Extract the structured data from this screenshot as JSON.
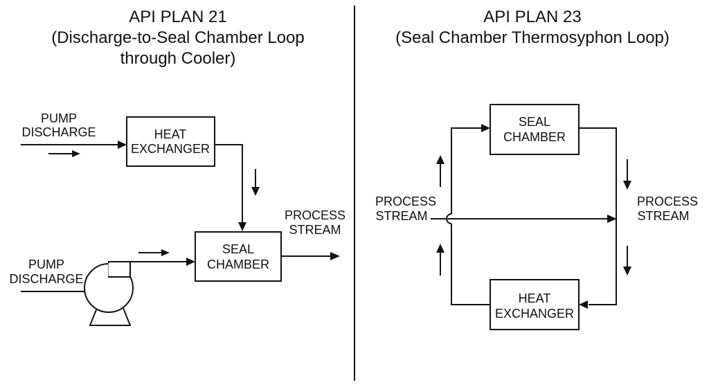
{
  "left": {
    "title": "API PLAN 21",
    "subtitle_line1": "(Discharge-to-Seal Chamber Loop",
    "subtitle_line2": "through Cooler)",
    "pump_discharge_top": [
      "PUMP",
      "DISCHARGE"
    ],
    "heat_exchanger": [
      "HEAT",
      "EXCHANGER"
    ],
    "seal_chamber": [
      "SEAL",
      "CHAMBER"
    ],
    "process_stream": [
      "PROCESS",
      "STREAM"
    ],
    "pump_discharge_bottom": [
      "PUMP",
      "DISCHARGE"
    ]
  },
  "right": {
    "title": "API PLAN 23",
    "subtitle": "(Seal Chamber Thermosyphon Loop)",
    "seal_chamber": [
      "SEAL",
      "CHAMBER"
    ],
    "heat_exchanger": [
      "HEAT",
      "EXCHANGER"
    ],
    "process_stream_in": [
      "PROCESS",
      "STREAM"
    ],
    "process_stream_out": [
      "PROCESS",
      "STREAM"
    ]
  },
  "icons": {
    "pump": "centrifugal-pump-icon",
    "arrow": "flow-arrow-icon"
  }
}
